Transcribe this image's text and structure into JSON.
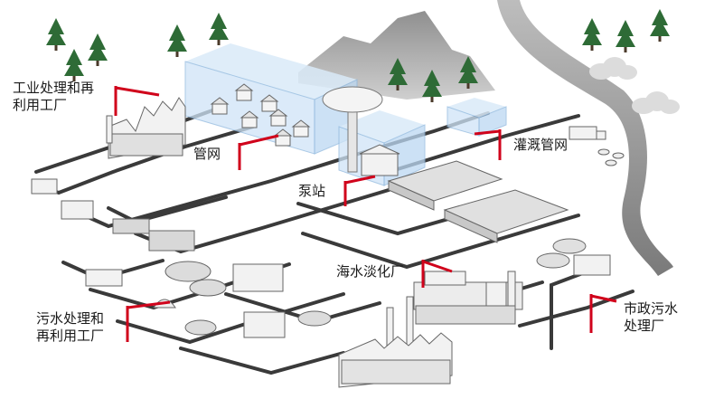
{
  "labels": {
    "industrial_reuse": "工业处理和再\n利用工厂",
    "pipe_network": "管网",
    "pump_station": "泵站",
    "irrigation_network": "灌溉管网",
    "desalination_plant": "海水淡化厂",
    "sewage_reuse": "污水处理和\n再利用工厂",
    "municipal_sewage": "市政污水\n处理厂"
  },
  "colors": {
    "leader": "#d0021b",
    "pipe": "#3a3a3a",
    "glass_fill": "#cfe4f7",
    "glass_stroke": "#8fb8de",
    "mountain": "#a6a6a6",
    "river": "#8c8c8c",
    "tree": "#2e6b36",
    "building": "#f2f2f2",
    "building_stroke": "#666666"
  }
}
